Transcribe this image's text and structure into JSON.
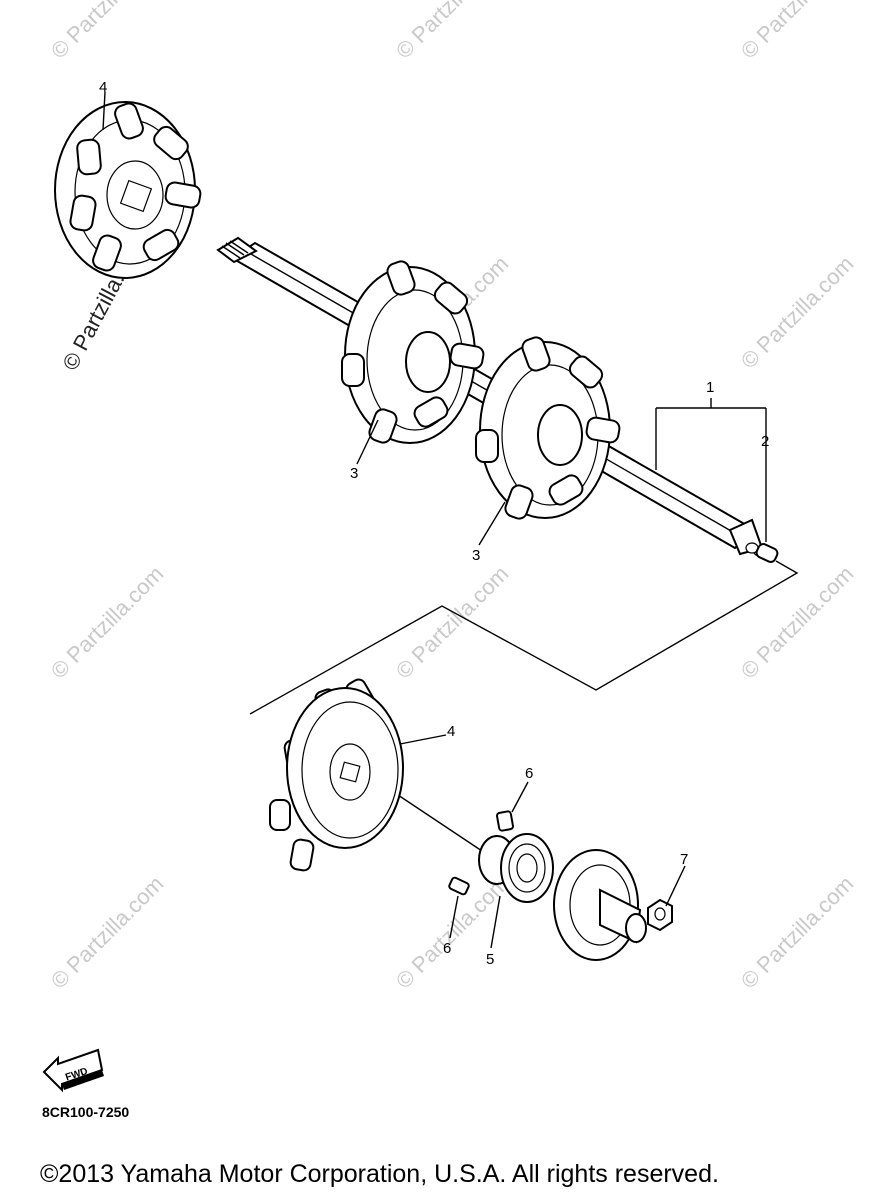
{
  "callouts": {
    "c1": "1",
    "c2": "2",
    "c3a": "3",
    "c3b": "3",
    "c4a": "4",
    "c4b": "4",
    "c5": "5",
    "c6a": "6",
    "c6b": "6",
    "c7": "7"
  },
  "watermark": {
    "text": "© Partzilla.com"
  },
  "fwd_label": "FWD",
  "diagram_code": "8CR100-7250",
  "copyright": "©2013  Yamaha Motor Corporation, U.S.A. All rights reserved."
}
